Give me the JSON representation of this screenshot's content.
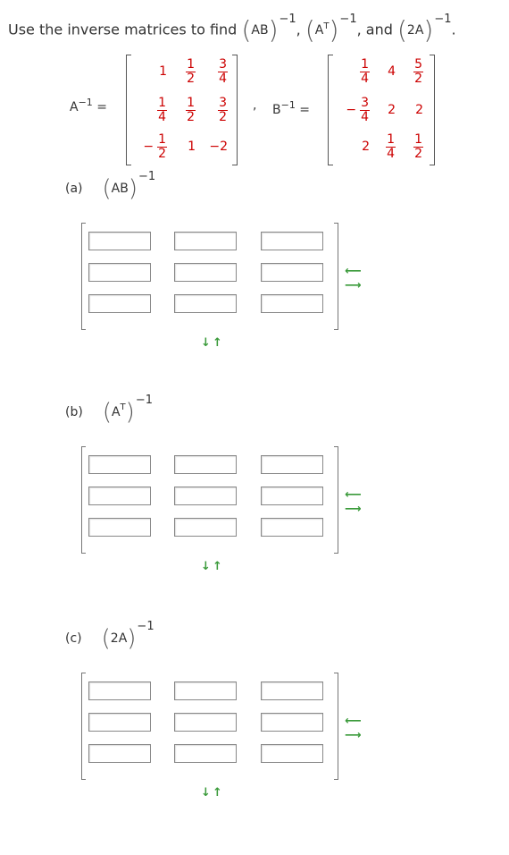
{
  "prompt": {
    "text_before": "Use the inverse matrices to find",
    "expr1_inner": "AB",
    "expr2_inner": "A",
    "expr2_sup_inner": "T",
    "expr3_inner": "2A",
    "sup": "−1",
    "comma": ",",
    "and": ", and",
    "period": "."
  },
  "matrixA": {
    "label": "A",
    "sup": "−1",
    "eq": "=",
    "cells": [
      [
        {
          "w": "1"
        },
        {
          "n": "1",
          "d": "2"
        },
        {
          "n": "3",
          "d": "4"
        }
      ],
      [
        {
          "n": "1",
          "d": "4"
        },
        {
          "n": "1",
          "d": "2"
        },
        {
          "n": "3",
          "d": "2"
        }
      ],
      [
        {
          "neg": "−",
          "n": "1",
          "d": "2"
        },
        {
          "w": "1"
        },
        {
          "w": "−2"
        }
      ]
    ]
  },
  "matrixB": {
    "label": "B",
    "sup": "−1",
    "eq": "=",
    "after": ",",
    "cells": [
      [
        {
          "n": "1",
          "d": "4"
        },
        {
          "w": "4"
        },
        {
          "n": "5",
          "d": "2"
        }
      ],
      [
        {
          "neg": "−",
          "n": "3",
          "d": "4"
        },
        {
          "w": "2"
        },
        {
          "w": "2"
        }
      ],
      [
        {
          "w": "2"
        },
        {
          "n": "1",
          "d": "4"
        },
        {
          "n": "1",
          "d": "2"
        }
      ]
    ]
  },
  "parts": [
    {
      "label": "(a)",
      "inner": "AB",
      "inner_sup": "",
      "sup": "−1"
    },
    {
      "label": "(b)",
      "inner": "A",
      "inner_sup": "T",
      "sup": "−1"
    },
    {
      "label": "(c)",
      "inner": "2A",
      "inner_sup": "",
      "sup": "−1"
    }
  ],
  "arrows": {
    "left": "⟵",
    "right": "⟶",
    "down": "↓",
    "up": "↑"
  }
}
